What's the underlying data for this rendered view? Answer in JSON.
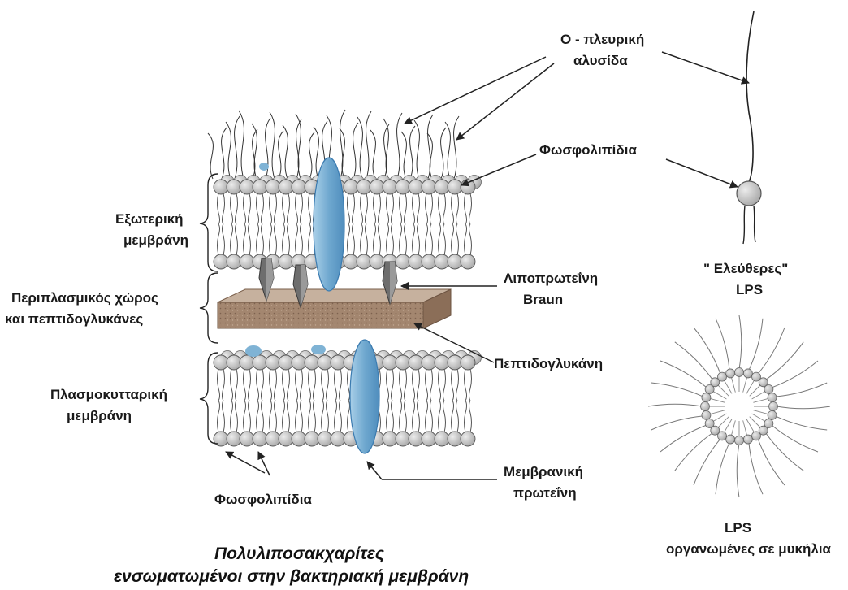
{
  "labels": {
    "o_chain_1": "O - πλευρική",
    "o_chain_2": "αλυσίδα",
    "phospholipids_top": "Φωσφολιπίδια",
    "outer_membrane_1": "Εξωτερική",
    "outer_membrane_2": "μεμβράνη",
    "periplasm_1": "Περιπλασμικός χώρος",
    "periplasm_2": "και πεπτιδογλυκάνες",
    "plasma_membrane_1": "Πλασμοκυτταρική",
    "plasma_membrane_2": "μεμβράνη",
    "braun_1": "Λιποπρωτεΐνη",
    "braun_2": "Braun",
    "peptidoglycan": "Πεπτιδογλυκάνη",
    "membrane_protein_1": "Μεμβρανική",
    "membrane_protein_2": "πρωτεΐνη",
    "phospholipids_bottom": "Φωσφολιπίδια",
    "free_lps_1": "\" Ελεύθερες\"",
    "free_lps_2": "LPS",
    "micelle_1": "LPS",
    "micelle_2": "οργανωμένες σε μυκήλια"
  },
  "caption": {
    "line1": "Πολυλιποσακχαρίτες",
    "line2": "ενσωματωμένοι στην βακτηριακή μεμβράνη"
  },
  "colors": {
    "head_fill": "#c8c8c8",
    "protein_fill": "#7fb3d5",
    "peptidoglycan_fill": "#a0826d",
    "braun_fill": "#6e6e6e"
  }
}
